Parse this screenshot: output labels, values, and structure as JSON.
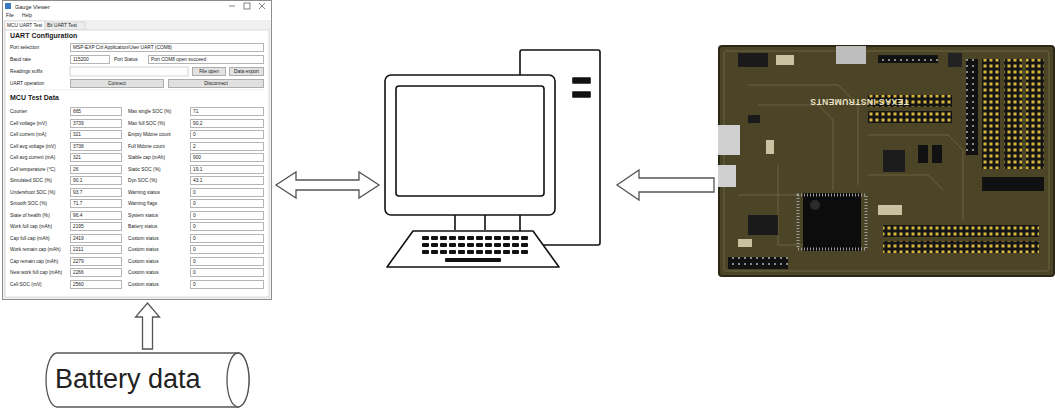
{
  "diagram": {
    "nodes": [
      {
        "text": [
          "Gauge Viewer"
        ]
      },
      {
        "text": []
      },
      {
        "text": [
          "TEXAS INSTRUMENTS"
        ]
      },
      {
        "text": [
          "Battery data"
        ]
      }
    ],
    "edges": [
      {
        "from": 0,
        "to": 1,
        "arrow": "both"
      },
      {
        "from": 2,
        "to": 1,
        "arrow": "to"
      },
      {
        "from": 3,
        "to": 0,
        "arrow": "to"
      }
    ],
    "labels": [
      "File",
      "Help",
      "MCU UART Test",
      "Bit UART Test",
      "UART Configuration",
      "Port selection",
      "MSP-EXP Ctrl Application/User UART (COM8)",
      "Baud rate",
      "115200",
      "Port Status",
      "Port COM8 open succeed",
      "Readings suffix",
      "File open",
      "Data export",
      "UART operation",
      "Connect",
      "Disconnect",
      "MCU Test Data",
      "Counter",
      "665",
      "Max single SOC (%)",
      "71",
      "Cell voltage (mV)",
      "3739",
      "Max full SOC (%)",
      "90.2",
      "Cell current (mA)",
      "321",
      "Empty Mdone count",
      "0",
      "Cell avg voltage (mV)",
      "3738",
      "Full Mdone count",
      "2",
      "Cell avg current (mA)",
      "321",
      "Stable cap (mAh)",
      "900",
      "Cell temperature (°C)",
      "26",
      "Static SOC (%)",
      "19.1",
      "Simulated SOC (%)",
      "90.1",
      "Dyn SOC (%)",
      "43.1",
      "Undershoot SOC (%)",
      "93.7",
      "Warning status",
      "0",
      "Smooth SOC (%)",
      "71.7",
      "Warning flags",
      "0",
      "State of health (%)",
      "96.4",
      "System status",
      "0",
      "Work full cap (mAh)",
      "2195",
      "Battery status",
      "0",
      "Cap full cap (mAh)",
      "2419",
      "Custom status",
      "0",
      "Work remain cap (mAh)",
      "2211",
      "Custom status",
      "0",
      "Cap remain cap (mAh)",
      "2279",
      "Custom status",
      "0",
      "New work full cap (mAh)",
      "2266",
      "Custom status",
      "0",
      "Cell SOC (mV)",
      "2560",
      "Custom status",
      "0"
    ]
  }
}
